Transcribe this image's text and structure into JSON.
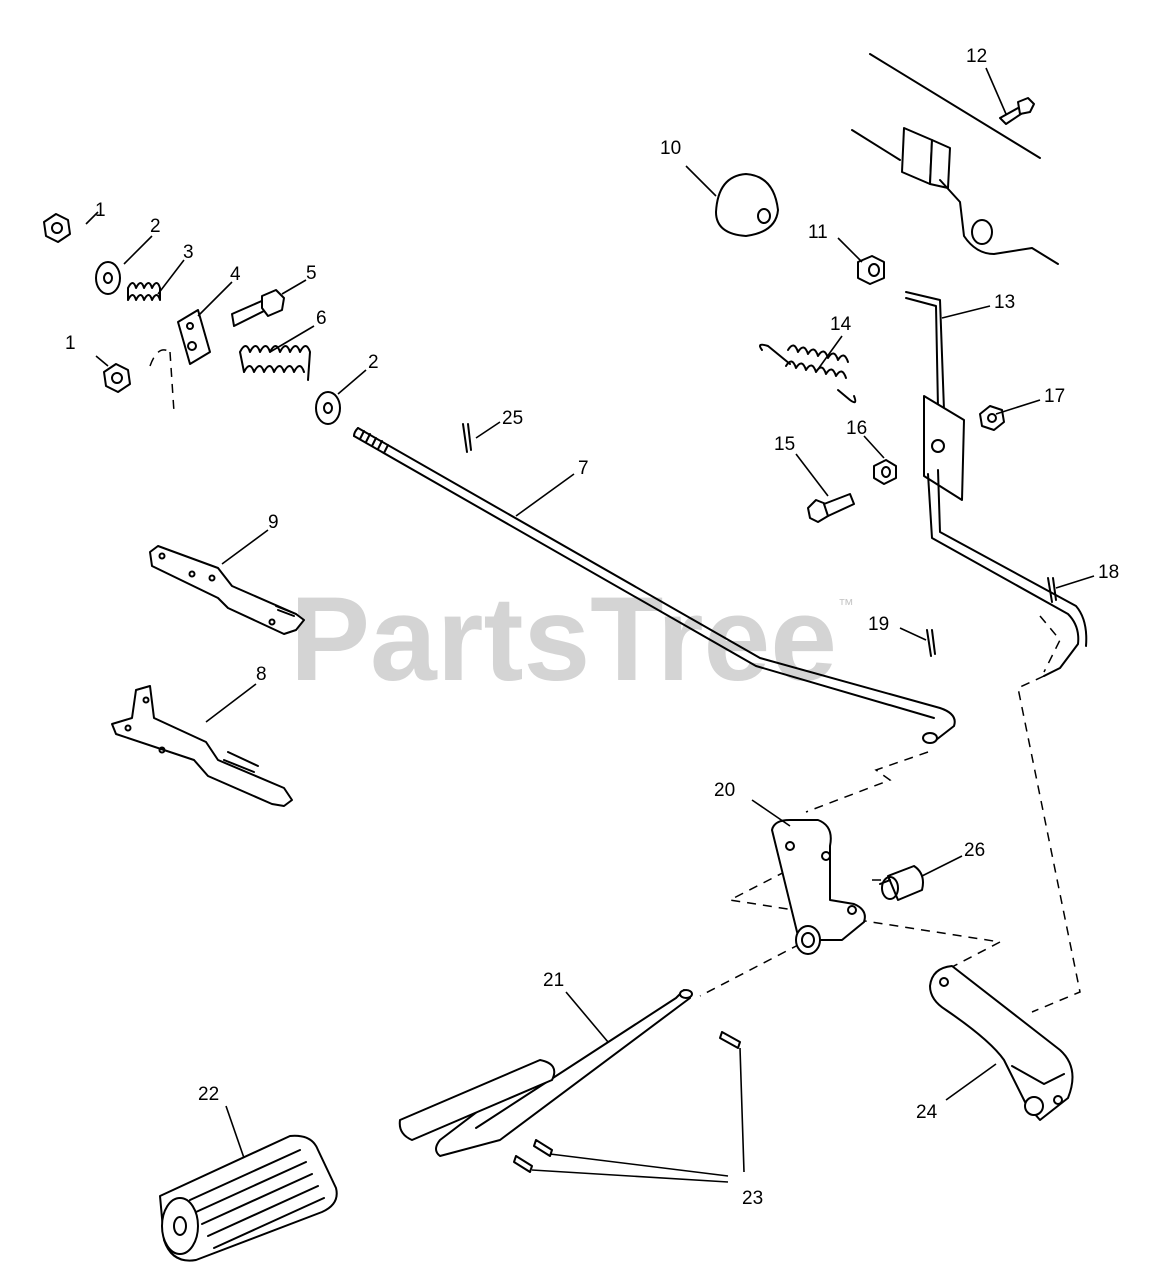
{
  "watermark": {
    "text": "PartsTree",
    "trademark": "™"
  },
  "callouts": {
    "c1a": "1",
    "c2a": "2",
    "c3": "3",
    "c4": "4",
    "c5": "5",
    "c1b": "1",
    "c6": "6",
    "c2b": "2",
    "c7": "7",
    "c25": "25",
    "c9": "9",
    "c8": "8",
    "c10": "10",
    "c11": "11",
    "c12": "12",
    "c13": "13",
    "c14": "14",
    "c15": "15",
    "c16": "16",
    "c17": "17",
    "c18": "18",
    "c19": "19",
    "c20": "20",
    "c21": "21",
    "c22": "22",
    "c23": "23",
    "c24": "24",
    "c26": "26"
  }
}
